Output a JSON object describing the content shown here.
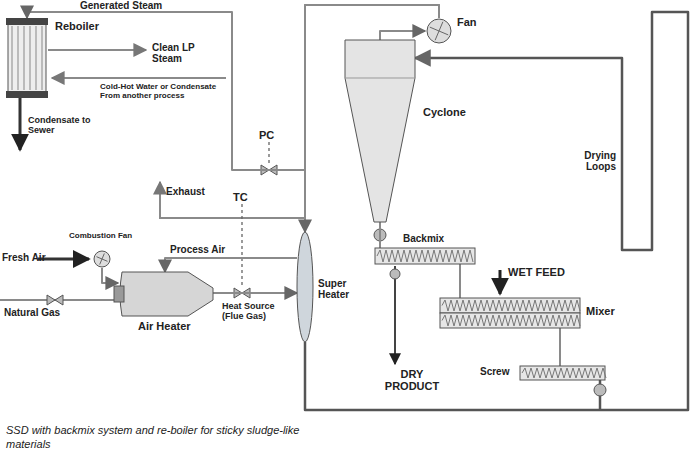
{
  "diagram": {
    "caption": "SSD with backmix system and re-boiler for sticky sludge-like materials",
    "nodes": [
      {
        "text": [
          "Reboiler"
        ]
      },
      {
        "text": [
          "PC"
        ]
      },
      {
        "text": [
          "TC"
        ]
      },
      {
        "text": [
          "Combustion Fan"
        ]
      },
      {
        "text": [
          "Air Heater"
        ]
      },
      {
        "text": [
          "Super Heater"
        ]
      },
      {
        "text": [
          "Fan"
        ]
      },
      {
        "text": [
          "Cyclone"
        ]
      },
      {
        "text": [
          "Backmix"
        ]
      },
      {
        "text": [
          "Mixer"
        ]
      },
      {
        "text": [
          "Screw"
        ]
      }
    ],
    "edges": [
      {
        "from": 6,
        "to": 0,
        "arrow": "to"
      },
      {
        "from": 6,
        "to": 5,
        "arrow": "to"
      },
      {
        "from": 7,
        "to": 6,
        "arrow": "to"
      },
      {
        "from": 5,
        "to": 7,
        "arrow": "to"
      },
      {
        "from": 4,
        "to": 5,
        "arrow": "to"
      },
      {
        "from": 3,
        "to": 4,
        "arrow": "to"
      },
      {
        "from": 5,
        "to": 4,
        "arrow": "to"
      },
      {
        "from": 7,
        "to": 8,
        "arrow": "none"
      },
      {
        "from": 8,
        "to": 9,
        "arrow": "none"
      },
      {
        "from": 9,
        "to": 10,
        "arrow": "none"
      }
    ],
    "labels": [
      "Generated Steam",
      "Clean LP Steam",
      "Cold-Hot Water or Condensate From another process",
      "Condensate to Sewer",
      "Exhaust",
      "Process Air",
      "Fresh Air",
      "Natural Gas",
      "Heat Source (Flue Gas)",
      "Drying Loops",
      "WET FEED",
      "DRY PRODUCT"
    ]
  }
}
